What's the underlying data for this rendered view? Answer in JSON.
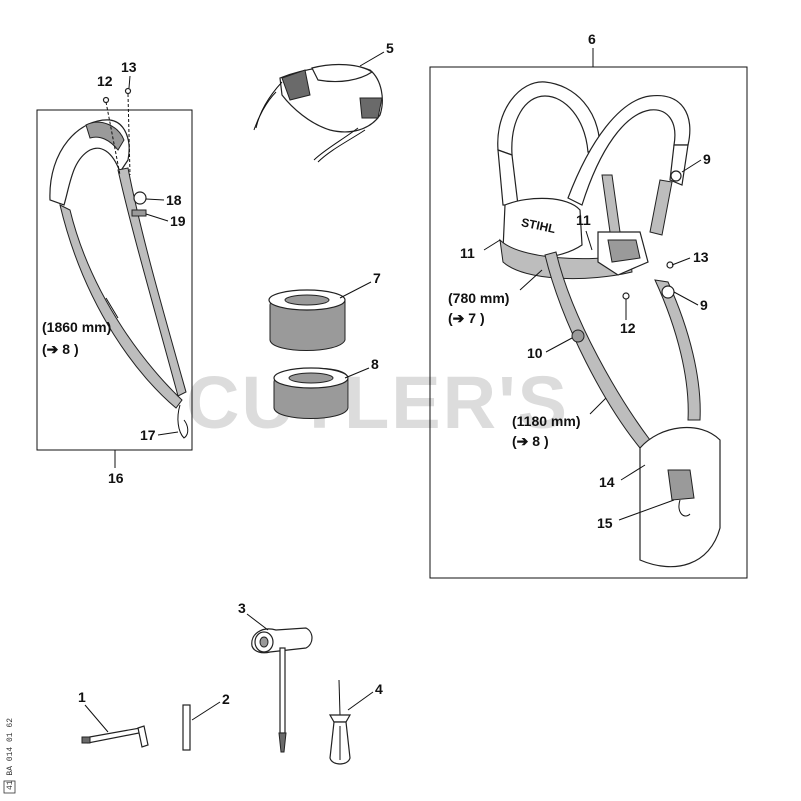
{
  "watermark": "CUTLER'S",
  "doc_code": "41 BA 014 01 62",
  "callouts": {
    "c1": "1",
    "c2": "2",
    "c3": "3",
    "c4": "4",
    "c5": "5",
    "c6": "6",
    "c7": "7",
    "c8": "8",
    "c9a": "9",
    "c9b": "9",
    "c10": "10",
    "c11a": "11",
    "c11b": "11",
    "c12a": "12",
    "c12b": "12",
    "c13a": "13",
    "c13b": "13",
    "c14": "14",
    "c15": "15",
    "c16": "16",
    "c17": "17",
    "c18": "18",
    "c19": "19"
  },
  "notes": {
    "left_len": "(1860 mm)",
    "left_ref": "(➔ 8 )",
    "harness_short_len": "(780 mm)",
    "harness_short_ref": "(➔ 7 )",
    "harness_long_len": "(1180 mm)",
    "harness_long_ref": "(➔ 8 )"
  },
  "brand_on_harness": "STIHL"
}
